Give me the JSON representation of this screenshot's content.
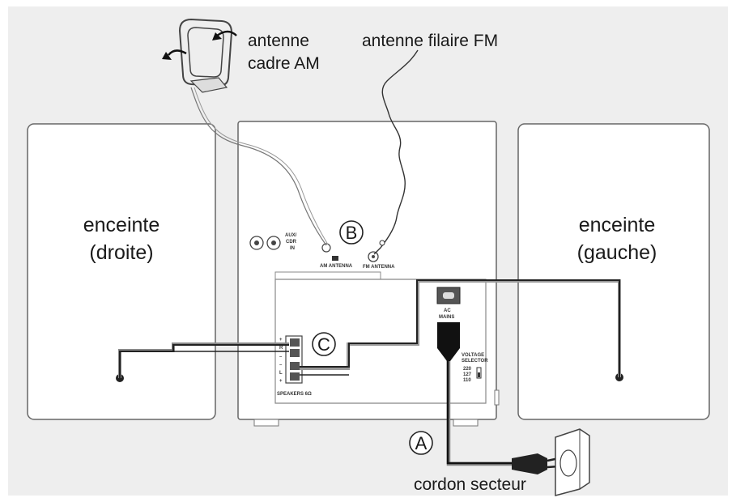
{
  "labels": {
    "am_antenna_line1": "antenne",
    "am_antenna_line2": "cadre AM",
    "fm_antenna": "antenne filaire FM",
    "speaker_right_line1": "enceinte",
    "speaker_right_line2": "(droite)",
    "speaker_left_line1": "enceinte",
    "speaker_left_line2": "(gauche)",
    "power_cord": "cordon secteur"
  },
  "markers": {
    "a": "A",
    "b": "B",
    "c": "C"
  },
  "panel_text": {
    "aux_line1": "AUX/",
    "aux_line2": "CDR",
    "aux_line3": "IN",
    "am_antenna_jack": "AM ANTENNA",
    "fm_antenna_jack": "FM ANTENNA",
    "ac_line1": "AC",
    "ac_line2": "MAINS",
    "voltage_line1": "VOLTAGE",
    "voltage_line2": "SELECTOR",
    "voltage_opt1": "220",
    "voltage_opt2": "127",
    "voltage_opt3": "110",
    "speakers": "SPEAKERS 6Ω",
    "term_plus_r": "+",
    "term_r": "R",
    "term_minus_r": "–",
    "term_minus_l": "–",
    "term_l": "L",
    "term_plus_l": "+"
  },
  "colors": {
    "background": "#eeeeee",
    "panel": "#ffffff",
    "stroke": "#555555",
    "cable": "#222222"
  }
}
